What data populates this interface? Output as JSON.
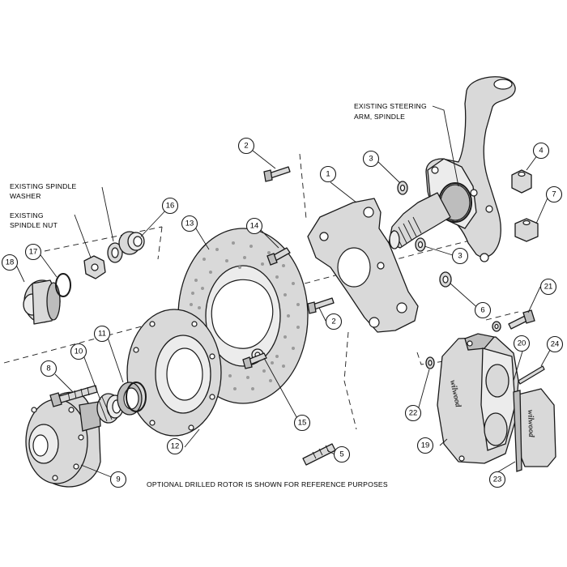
{
  "labels": {
    "steering": [
      "EXISTING STEERING",
      "ARM, SPINDLE"
    ],
    "washer": [
      "EXISTING SPINDLE",
      "WASHER"
    ],
    "nut": [
      "EXISTING",
      "SPINDLE NUT"
    ],
    "footnote": "OPTIONAL DRILLED ROTOR IS SHOWN FOR REFERENCE PURPOSES"
  },
  "callouts": {
    "c1": "1",
    "c2a": "2",
    "c2b": "2",
    "c3a": "3",
    "c3b": "3",
    "c4": "4",
    "c5": "5",
    "c6": "6",
    "c7": "7",
    "c8": "8",
    "c9": "9",
    "c10": "10",
    "c11": "11",
    "c12": "12",
    "c13": "13",
    "c14": "14",
    "c15": "15",
    "c16": "16",
    "c17": "17",
    "c18": "18",
    "c19": "19",
    "c20": "20",
    "c21": "21",
    "c22": "22",
    "c23": "23",
    "c24": "24"
  },
  "brand": {
    "caliper_logo": "wilwood",
    "pad_logo": "wilwood"
  }
}
